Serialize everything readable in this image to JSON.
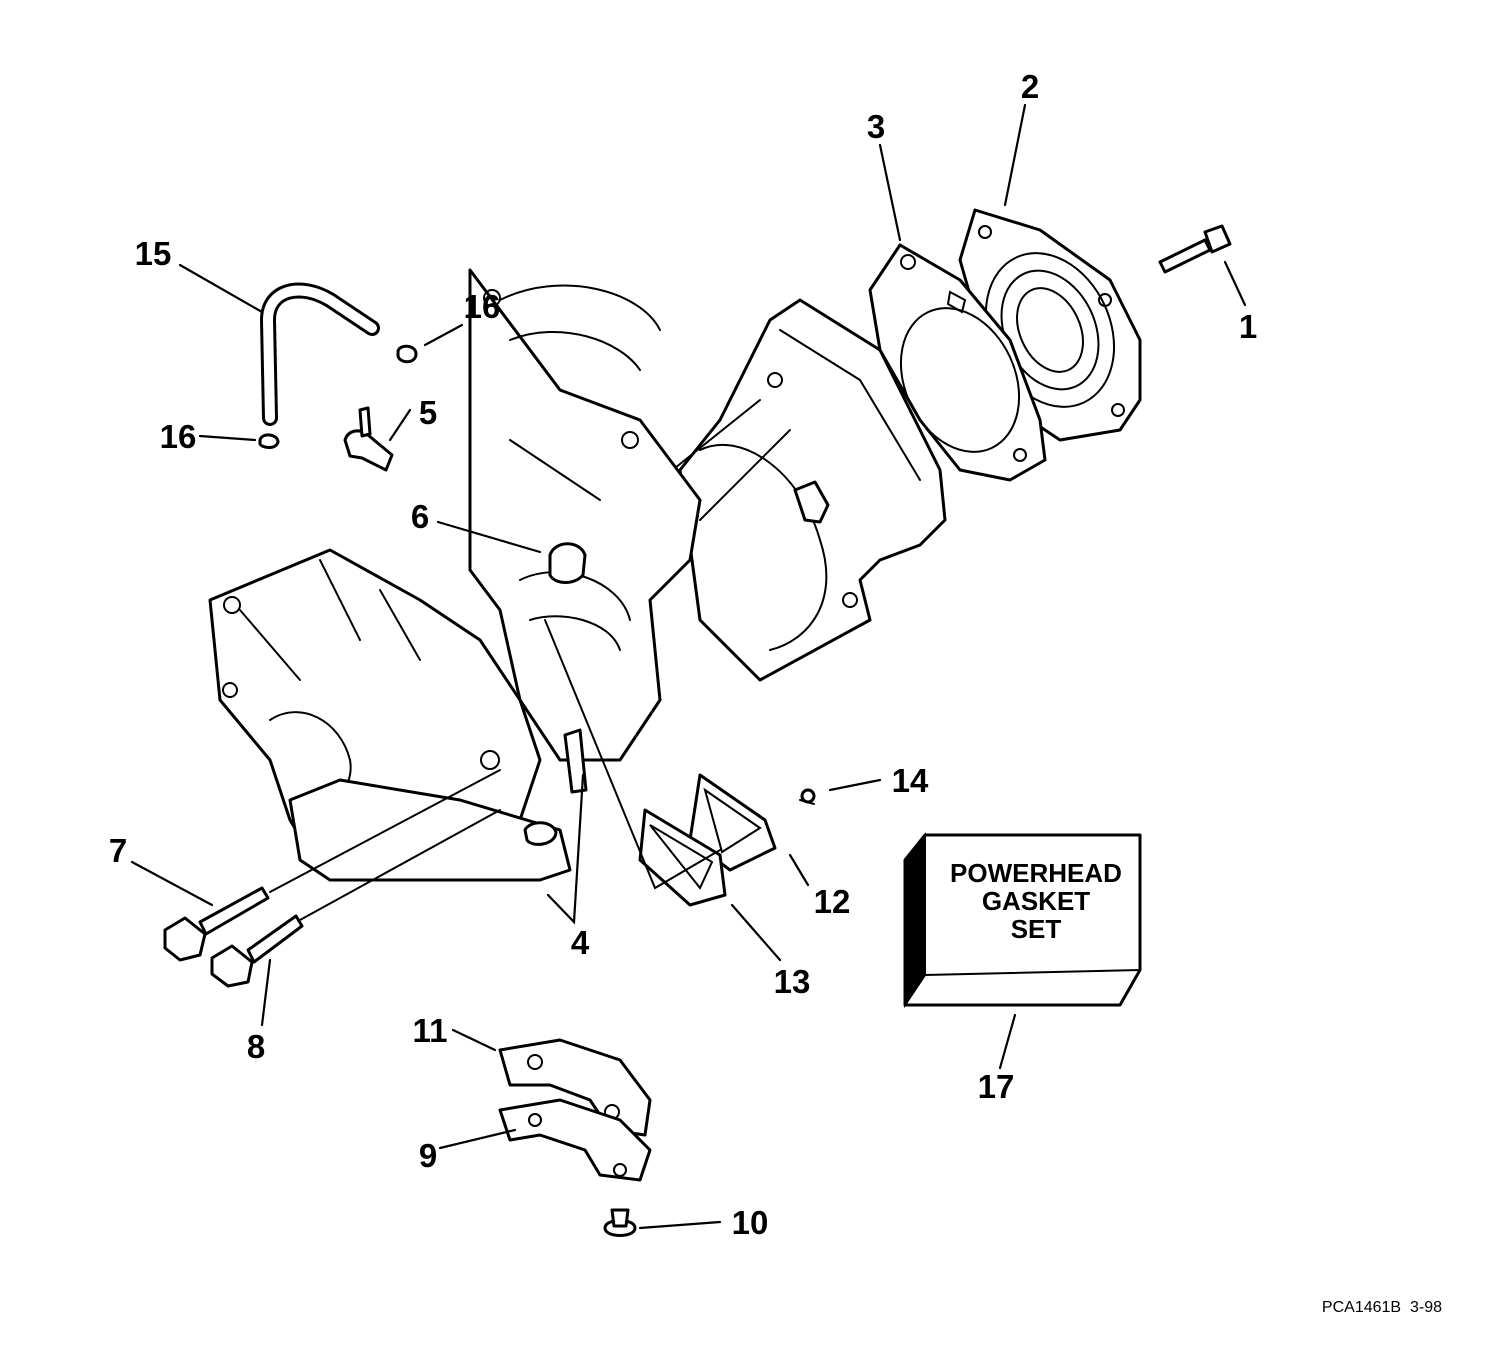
{
  "callouts": [
    {
      "id": "1",
      "text": "1"
    },
    {
      "id": "2",
      "text": "2"
    },
    {
      "id": "3",
      "text": "3"
    },
    {
      "id": "4",
      "text": "4"
    },
    {
      "id": "5",
      "text": "5"
    },
    {
      "id": "6",
      "text": "6"
    },
    {
      "id": "7",
      "text": "7"
    },
    {
      "id": "8",
      "text": "8"
    },
    {
      "id": "9",
      "text": "9"
    },
    {
      "id": "10",
      "text": "10"
    },
    {
      "id": "11",
      "text": "11"
    },
    {
      "id": "12",
      "text": "12"
    },
    {
      "id": "13",
      "text": "13"
    },
    {
      "id": "14",
      "text": "14"
    },
    {
      "id": "15",
      "text": "15"
    },
    {
      "id": "16a",
      "text": "16"
    },
    {
      "id": "16b",
      "text": "16"
    },
    {
      "id": "17",
      "text": "17"
    }
  ],
  "gasket_set_box": {
    "line1": "POWERHEAD",
    "line2": "GASKET",
    "line3": "SET"
  },
  "figure_code": "PCA1461B  3-98"
}
